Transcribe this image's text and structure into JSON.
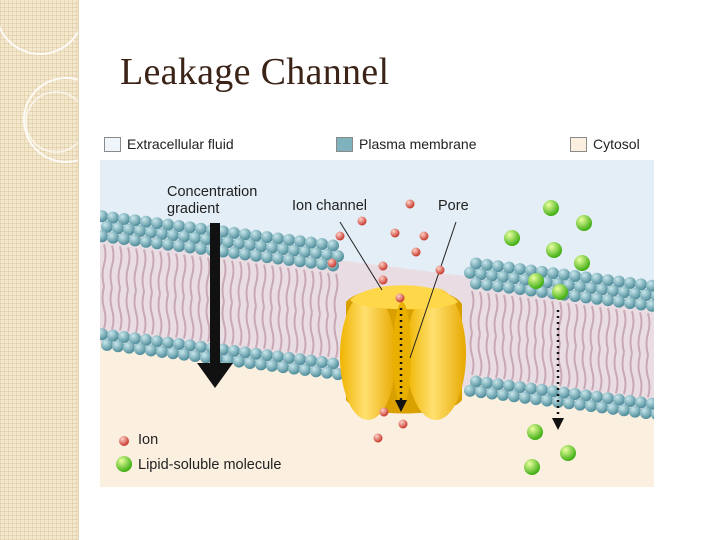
{
  "slide": {
    "title": "Leakage Channel"
  },
  "diagram": {
    "legend": [
      {
        "label": "Extracellular fluid",
        "color": "#e3eef6"
      },
      {
        "label": "Plasma membrane",
        "color": "#7fb2bc"
      },
      {
        "label": "Cytosol",
        "color": "#fbefe0"
      }
    ],
    "labels": {
      "concentration_line1": "Concentration",
      "concentration_line2": "gradient",
      "ion_channel": "Ion channel",
      "pore": "Pore"
    },
    "key": {
      "ion": "Ion",
      "lipid_molecule": "Lipid-soluble molecule"
    },
    "colors": {
      "extracellular": "#e3eef6",
      "cytosol": "#fbefe0",
      "lipid_head": "#6aa3b0",
      "lipid_tail": "#c9a8b6",
      "channel_protein": "#f5c21b",
      "ion": "#e05a4e",
      "lipid_soluble_molecule": "#6fcf1f",
      "arrow": "#111111"
    },
    "icons": [
      "ion-icon",
      "lipid-molecule-icon",
      "gradient-arrow-icon"
    ]
  }
}
